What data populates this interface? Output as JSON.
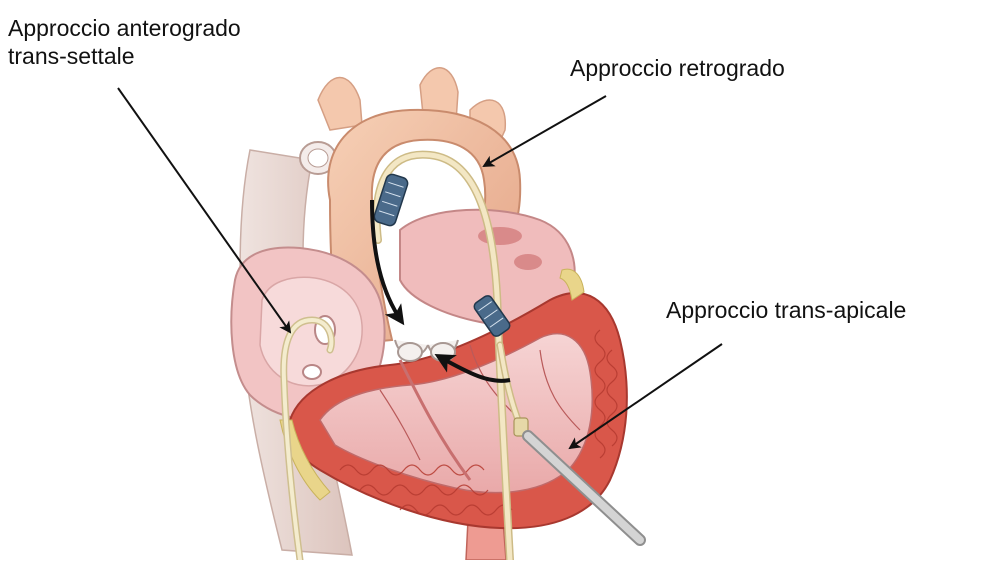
{
  "labels": {
    "antegrade_line1": "Approccio anterogrado",
    "antegrade_line2": "trans-settale",
    "retrograde": "Approccio retrogrado",
    "transapical": "Approccio trans-apicale"
  },
  "colors": {
    "background": "#ffffff",
    "label_text": "#111111",
    "pointer_line": "#111111",
    "vena_cava": "#ead9d4",
    "aorta": "#f3c2a4",
    "aorta_shadow": "#e2a689",
    "atrium": "#f2c4c4",
    "atrium_inner": "#f7dada",
    "ventricle_wall": "#d9574a",
    "ventricle_inner": "#f5cccc",
    "muscle_line": "#b53a30",
    "fat_yellow": "#e9d58a",
    "catheter": "#f1e6c2",
    "valve_device": "#4a6a8a",
    "sheath": "#c9c9c9"
  },
  "icons": {
    "heart_illustration": "heart-cross-section-illustration",
    "flow_arrow": "curved-arrow-icon"
  }
}
